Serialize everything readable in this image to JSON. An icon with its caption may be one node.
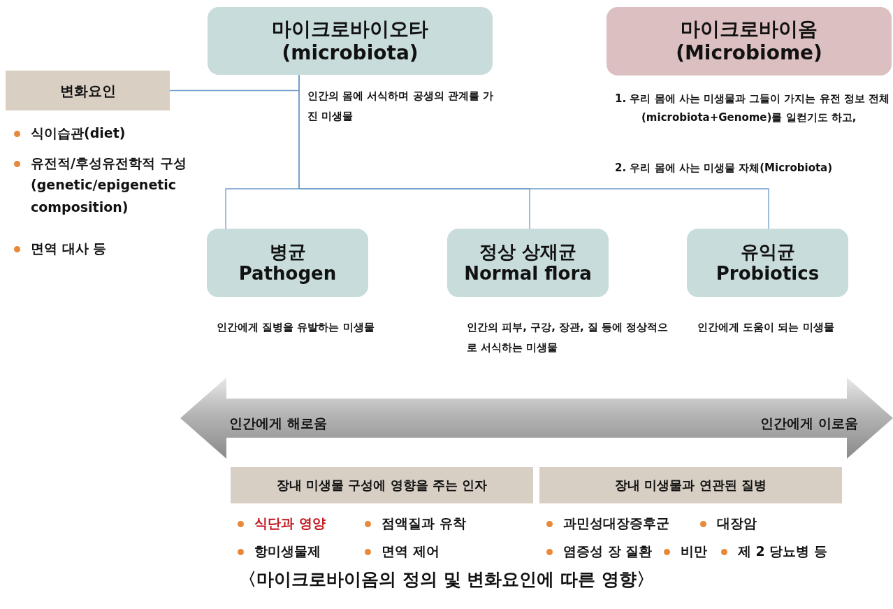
{
  "diagram": {
    "nodes": [
      {
        "text": [
          "마이크로바이오타 (microbiota)"
        ],
        "beside": [
          "인간의 몸에 서식하며 공생의 관계를 가진 미생물"
        ]
      },
      {
        "text": [
          "마이크로바이옴 (Microbiome)"
        ],
        "beside": [
          "1. 우리 몸에 사는 미생물과 그들이 가지는 유전 정보 전체 (microbiota+Genome)를 일컫기도 하고,",
          "2. 우리 몸에 사는 미생물 자체(Microbiota)"
        ]
      },
      {
        "text": [
          "변화요인"
        ],
        "beside": [
          "식이습관(diet)",
          "유전적/후성유전학적 구성 (genetic/epigenetic composition)",
          "면역 대사 등"
        ]
      },
      {
        "text": [
          "병균 Pathogen"
        ],
        "beside": [
          "인간에게 질병을 유발하는 미생물"
        ]
      },
      {
        "text": [
          "정상 상재균 Normal flora"
        ],
        "beside": [
          "인간의 피부, 구강, 장관, 질 등에 정상적으로 서식하는 미생물"
        ]
      },
      {
        "text": [
          "유익균 Probiotics"
        ],
        "beside": [
          "인간에게 도움이 되는 미생물"
        ]
      },
      {
        "text": [
          "인간에게 해로움",
          "인간에게 이로움"
        ]
      },
      {
        "text": [
          "장내 미생물 구성에 영향을 주는 인자"
        ],
        "beside": [
          "식단과 영양",
          "점액질과 유착",
          "항미생물제",
          "면역 제어"
        ]
      },
      {
        "text": [
          "장내 미생물과 연관된 질병"
        ],
        "beside": [
          "과민성대장증후군",
          "대장암",
          "염증성 장 질환",
          "비만",
          "제 2 당뇨병 등"
        ]
      }
    ],
    "edges": [
      {
        "from": 2,
        "to": 0,
        "arrow": "none"
      },
      {
        "from": 0,
        "to": 3,
        "arrow": "none"
      },
      {
        "from": 0,
        "to": 4,
        "arrow": "none"
      },
      {
        "from": 0,
        "to": 5,
        "arrow": "none"
      }
    ],
    "caption": "〈마이크로바이옴의 정의 및 변화요인에 따른 영향〉"
  }
}
